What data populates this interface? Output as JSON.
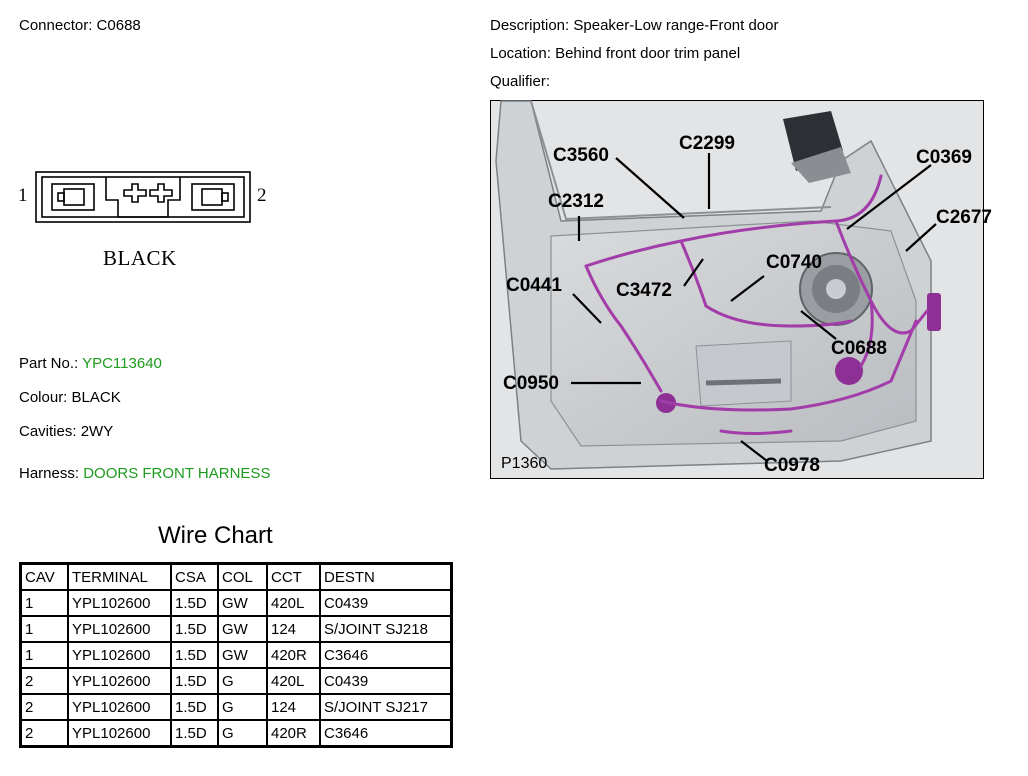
{
  "connector": {
    "label": "Connector:",
    "value": "C0688"
  },
  "description": {
    "label": "Description:",
    "value": "Speaker-Low range-Front door"
  },
  "location": {
    "label": "Location:",
    "value": "Behind front door trim panel"
  },
  "qualifier": {
    "label": "Qualifier:",
    "value": ""
  },
  "pinout": {
    "pin_left": "1",
    "pin_right": "2",
    "color_label": "BLACK"
  },
  "part_no": {
    "label": "Part No.:",
    "value": "YPC113640"
  },
  "colour": {
    "label": "Colour:",
    "value": "BLACK"
  },
  "cavities": {
    "label": "Cavities:",
    "value": "2WY"
  },
  "harness": {
    "label": "Harness:",
    "value": "DOORS FRONT HARNESS"
  },
  "wire_chart": {
    "title": "Wire Chart",
    "headers": [
      "CAV",
      "TERMINAL",
      "CSA",
      "COL",
      "CCT",
      "DESTN"
    ],
    "rows": [
      [
        "1",
        "YPL102600",
        "1.5D",
        "GW",
        "420L",
        "C0439"
      ],
      [
        "1",
        "YPL102600",
        "1.5D",
        "GW",
        "124",
        "S/JOINT SJ218"
      ],
      [
        "1",
        "YPL102600",
        "1.5D",
        "GW",
        "420R",
        "C3646"
      ],
      [
        "2",
        "YPL102600",
        "1.5D",
        "G",
        "420L",
        "C0439"
      ],
      [
        "2",
        "YPL102600",
        "1.5D",
        "G",
        "124",
        "S/JOINT SJ217"
      ],
      [
        "2",
        "YPL102600",
        "1.5D",
        "G",
        "420R",
        "C3646"
      ]
    ]
  },
  "diagram": {
    "figure_id": "P1360",
    "callouts": [
      "C3560",
      "C2299",
      "C0369",
      "C2312",
      "C2677",
      "C0740",
      "C0441",
      "C3472",
      "C0688",
      "C0950",
      "C0978"
    ]
  },
  "colors": {
    "harness_wire": "#a23ca8",
    "green_text": "#1e9a1e",
    "door_panel": "#c8cbce"
  }
}
